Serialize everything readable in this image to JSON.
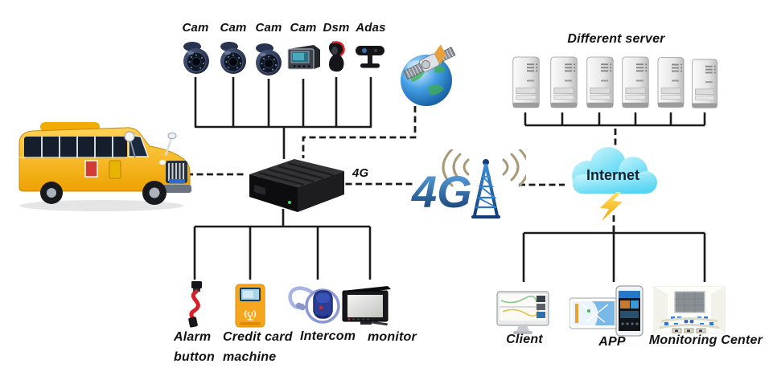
{
  "diagram": {
    "onboard_cameras": [
      {
        "label": "Cam",
        "type": "dome-camera"
      },
      {
        "label": "Cam",
        "type": "dome-camera"
      },
      {
        "label": "Cam",
        "type": "dome-camera"
      },
      {
        "label": "Cam",
        "type": "box-camera"
      },
      {
        "label": "Dsm",
        "type": "dsm-camera"
      },
      {
        "label": "Adas",
        "type": "adas-camera"
      }
    ],
    "gps": {
      "icon": "satellite-globe"
    },
    "vehicle": {
      "icon": "school-bus"
    },
    "recorder": {
      "icon": "mdvr-box"
    },
    "uplink": {
      "label": "4G"
    },
    "tower": {
      "label": "4G",
      "icon": "4g-antenna-tower"
    },
    "internet": {
      "label": "Internet",
      "icon": "cloud-with-lightning"
    },
    "servers": {
      "label": "Different server",
      "count": 6
    },
    "peripherals": [
      {
        "label": [
          "Alarm",
          "button"
        ],
        "icon": "alarm-button"
      },
      {
        "label": [
          "Credit card",
          "machine"
        ],
        "icon": "credit-card-machine"
      },
      {
        "label": [
          "Intercom"
        ],
        "icon": "intercom-handset"
      },
      {
        "label": [
          "monitor"
        ],
        "icon": "vehicle-monitor"
      }
    ],
    "endpoints": [
      {
        "label": "Client",
        "icon": "desktop-client"
      },
      {
        "label": "APP",
        "icon": "mobile-app-phones"
      },
      {
        "label": "Monitoring Center",
        "icon": "monitoring-center-room"
      }
    ]
  },
  "colors": {
    "line": "#1b1b1b",
    "accent_4g_blue": "#1e64b4",
    "wave_tan": "#a89a78",
    "cloud_blue": "#6fdcf6",
    "lightning_gold": "#ffc125",
    "bus_yellow": "#f5b000",
    "machine_orange": "#f6a51e",
    "intercom_blue": "#2b3f96",
    "alarm_red": "#d42026",
    "dsm_red": "#d8232a"
  }
}
